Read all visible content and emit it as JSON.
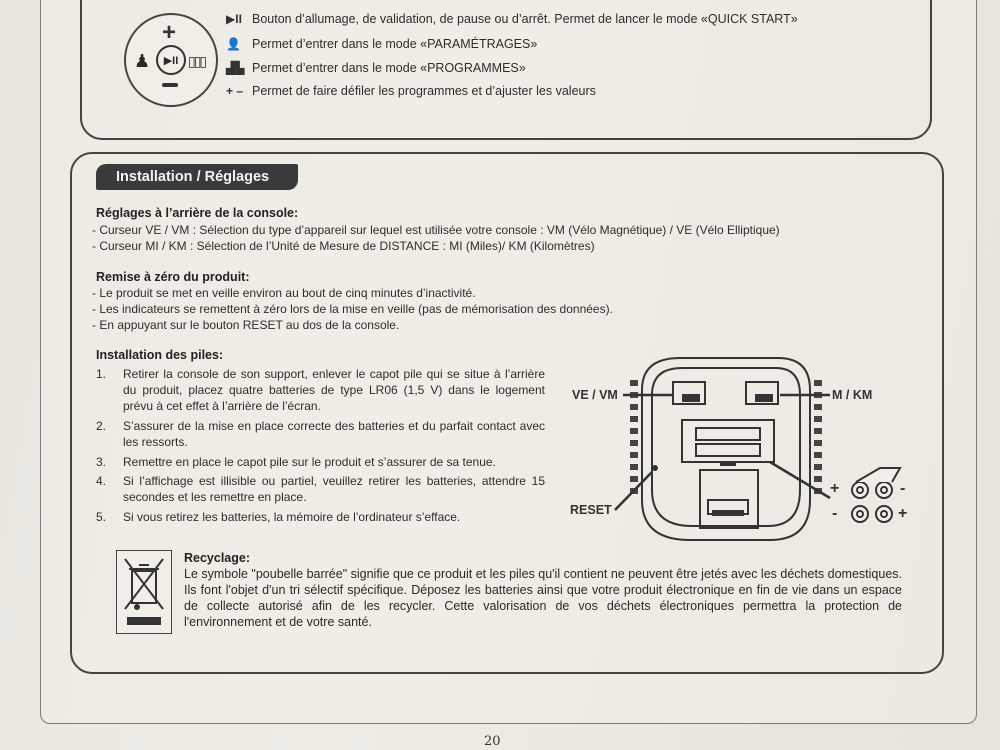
{
  "top_section": {
    "lines": [
      {
        "icon": "play-pause-icon",
        "glyph": "▶II",
        "text": "Bouton d’allumage, de validation, de pause ou d’arrêt. Permet de lancer le mode «QUICK START»"
      },
      {
        "icon": "person-icon",
        "glyph": "👤",
        "text": "Permet d’entrer dans le mode «PARAMÉTRAGES»"
      },
      {
        "icon": "bars-icon",
        "glyph": "▟▙",
        "text": "Permet d’entrer dans le mode «PROGRAMMES»"
      },
      {
        "icon": "plus-minus-icon",
        "glyph": "+ –",
        "text": "Permet de faire défiler les programmes et d’ajuster les valeurs"
      }
    ]
  },
  "section_title": "Installation / Réglages",
  "rear_settings": {
    "heading": "Réglages à l’arrière de la console:",
    "lines": [
      "- Curseur VE / VM : Sélection du type d’appareil sur lequel est utilisée votre console : VM (Vélo Magnétique) / VE (Vélo Elliptique)",
      "- Curseur MI / KM : Sélection de l’Unité de Mesure de DISTANCE : MI (Miles)/ KM (Kilomètres)"
    ]
  },
  "reset_section": {
    "heading": "Remise à zéro du produit:",
    "lines": [
      "- Le produit se met en veille environ au bout de cinq minutes d’inactivité.",
      "- Les indicateurs se remettent à zéro lors de la mise en veille (pas de mémorisation des données).",
      "- En appuyant sur le bouton RESET au dos de la console."
    ]
  },
  "batteries": {
    "heading": "Installation des piles:",
    "items": [
      {
        "num": "1.",
        "text": "Retirer la console de son support, enlever le capot pile qui se situe à l’arrière du produit, placez quatre batteries de type LR06 (1,5 V) dans le logement prévu à cet effet à l’arrière de l’écran."
      },
      {
        "num": "2.",
        "text": "S’assurer de la mise en place correcte des batteries et du parfait contact avec les ressorts."
      },
      {
        "num": "3.",
        "text": "Remettre en place le capot pile sur le produit et s’assurer de sa tenue."
      },
      {
        "num": "4.",
        "text": "Si l’affichage est illisible ou partiel, veuillez retirer les batteries, attendre 15 secondes et les remettre en place."
      },
      {
        "num": "5.",
        "text": "Si vous retirez les batteries, la mémoire de l’ordinateur s’efface."
      }
    ]
  },
  "diagram": {
    "label_ve_vm": "VE / VM",
    "label_m_km": "M / KM",
    "label_reset": "RESET",
    "polarity_plus": "+",
    "polarity_minus": "-"
  },
  "recycling": {
    "heading": "Recyclage:",
    "text": "Le symbole \"poubelle barrée\" signifie que ce produit et les piles qu'il contient ne peuvent être jetés avec les déchets domestiques. Ils font l'objet d'un tri sélectif spécifique. Déposez les batteries ainsi que votre produit électronique en fin de vie dans un espace de collecte autorisé afin de les recycler. Cette valorisation de vos déchets électroniques permettra la protection de l'environnement et de votre santé."
  },
  "page_number": "20"
}
